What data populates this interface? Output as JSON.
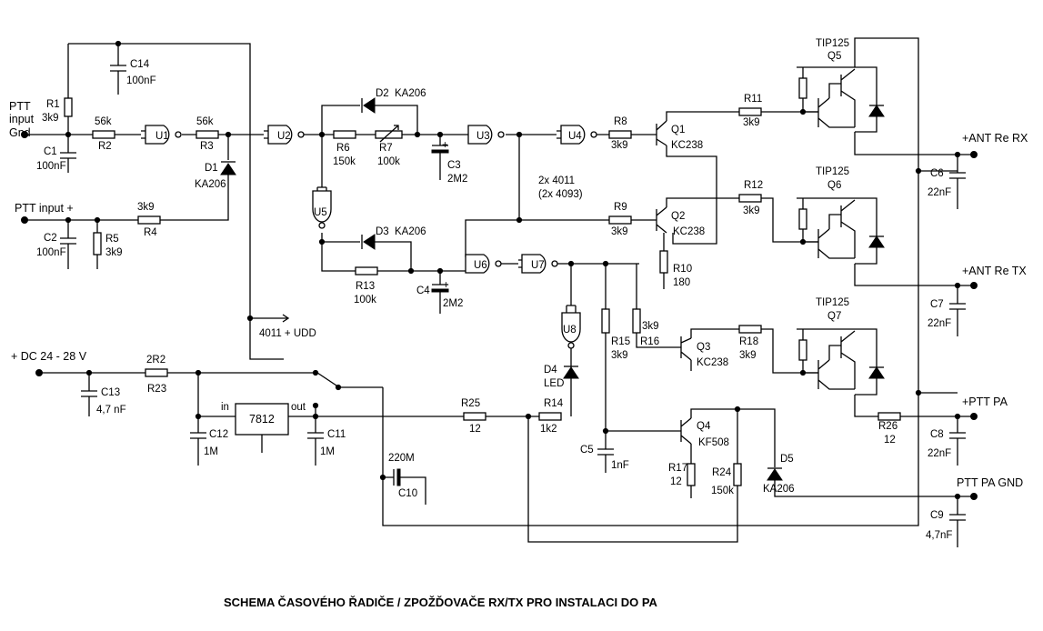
{
  "title": "SCHEMA  ČASOVÉHO ŘADIČE / ZPOŽĎOVAČE RX/TX PRO INSTALACI DO PA",
  "notes": {
    "ic_types": "2x 4011",
    "ic_alt": "(2x 4093)",
    "supply_arrow": "4011 + UDD"
  },
  "terminals": {
    "ptt_gnd_1": "PTT",
    "ptt_gnd_2": "input",
    "ptt_gnd_3": "Gnd",
    "ptt_plus": "PTT input +",
    "dc_in": "+ DC 24 - 28 V",
    "ant_rx": "+ANT Re RX",
    "ant_tx": "+ANT Re TX",
    "ptt_pa": "+PTT PA",
    "ptt_pa_gnd": "PTT PA GND"
  },
  "gates": [
    "U1",
    "U2",
    "U3",
    "U4",
    "U5",
    "U6",
    "U7",
    "U8"
  ],
  "resistors": [
    {
      "ref": "R1",
      "value": "3k9"
    },
    {
      "ref": "R2",
      "value": "56k"
    },
    {
      "ref": "R3",
      "value": "56k"
    },
    {
      "ref": "R4",
      "value": "3k9"
    },
    {
      "ref": "R5",
      "value": "3k9"
    },
    {
      "ref": "R6",
      "value": "150k"
    },
    {
      "ref": "R7",
      "value": "100k"
    },
    {
      "ref": "R8",
      "value": "3k9"
    },
    {
      "ref": "R9",
      "value": "3k9"
    },
    {
      "ref": "R10",
      "value": "180"
    },
    {
      "ref": "R11",
      "value": "3k9"
    },
    {
      "ref": "R12",
      "value": "3k9"
    },
    {
      "ref": "R13",
      "value": "100k"
    },
    {
      "ref": "R14",
      "value": "1k2"
    },
    {
      "ref": "R15",
      "value": "3k9"
    },
    {
      "ref": "R16",
      "value": "3k9"
    },
    {
      "ref": "R17",
      "value": "12"
    },
    {
      "ref": "R18",
      "value": "3k9"
    },
    {
      "ref": "R23",
      "value": "2R2"
    },
    {
      "ref": "R24",
      "value": "150k"
    },
    {
      "ref": "R25",
      "value": "12"
    },
    {
      "ref": "R26",
      "value": "12"
    }
  ],
  "capacitors": [
    {
      "ref": "C1",
      "value": "100nF"
    },
    {
      "ref": "C2",
      "value": "100nF"
    },
    {
      "ref": "C3",
      "value": "2M2"
    },
    {
      "ref": "C4",
      "value": "2M2"
    },
    {
      "ref": "C5",
      "value": "1nF"
    },
    {
      "ref": "C6",
      "value": "22nF"
    },
    {
      "ref": "C7",
      "value": "22nF"
    },
    {
      "ref": "C8",
      "value": "22nF"
    },
    {
      "ref": "C9",
      "value": "4,7nF"
    },
    {
      "ref": "C10",
      "value": "220M"
    },
    {
      "ref": "C11",
      "value": "1M"
    },
    {
      "ref": "C12",
      "value": "1M"
    },
    {
      "ref": "C13",
      "value": "4,7 nF"
    },
    {
      "ref": "C14",
      "value": "100nF"
    }
  ],
  "diodes": [
    {
      "ref": "D1",
      "value": "KA206"
    },
    {
      "ref": "D2",
      "value": "KA206"
    },
    {
      "ref": "D3",
      "value": "KA206"
    },
    {
      "ref": "D4",
      "value": "LED"
    },
    {
      "ref": "D5",
      "value": "KA206"
    }
  ],
  "transistors": [
    {
      "ref": "Q1",
      "value": "KC238"
    },
    {
      "ref": "Q2",
      "value": "KC238"
    },
    {
      "ref": "Q3",
      "value": "KC238"
    },
    {
      "ref": "Q4",
      "value": "KF508"
    },
    {
      "ref": "Q5",
      "value": "TIP125"
    },
    {
      "ref": "Q6",
      "value": "TIP125"
    },
    {
      "ref": "Q7",
      "value": "TIP125"
    }
  ],
  "regulator": {
    "ref": "7812",
    "in": "in",
    "out": "out"
  },
  "polarity_mark": "+"
}
